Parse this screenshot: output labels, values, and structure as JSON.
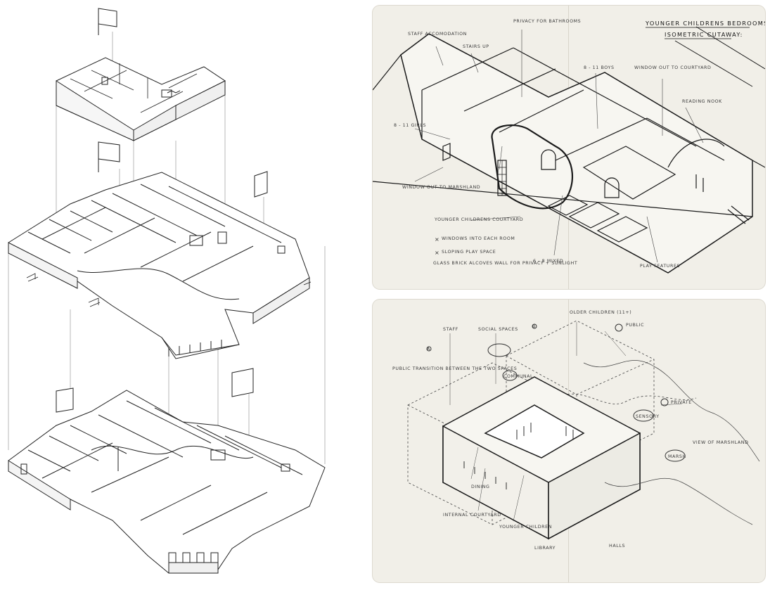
{
  "sketch_top": {
    "title_line1": "YOUNGER CHILDRENS BEDROOMS",
    "title_line2": "ISOMETRIC CUTAWAY:",
    "labels": {
      "staff": "STAFF ACCOMODATION",
      "stairs": "STAIRS UP",
      "privacy": "PRIVACY FOR BATHROOMS",
      "boys": "8 - 11 BOYS",
      "window_courtyard": "WINDOW OUT TO COURTYARD",
      "reading": "READING NOOK",
      "girls": "8 - 11 GIRLS",
      "window_marsh": "WINDOW OUT TO MARSHLAND",
      "courtyard": "YOUNGER CHILDRENS COURTYARD",
      "bullet1": "WINDOWS INTO EACH ROOM",
      "bullet2": "SLOPING PLAY SPACE",
      "glass": "GLASS BRICK ALCOVES WALL FOR PRIVACY + SUNLIGHT",
      "mixed": "6 - 8 MIXED",
      "play": "PLAY FEATURES"
    }
  },
  "sketch_bottom": {
    "labels": {
      "older": "OLDER CHILDREN (11+)",
      "public": "PUBLIC",
      "staff": "STAFF",
      "social": "SOCIAL SPACES",
      "private": "PRIVATE",
      "transition": "PUBLIC TRANSITION BETWEEN THE TWO SPACES",
      "communal": "COMMUNAL",
      "internal": "INTERNAL COURTYARD",
      "younger": "YOUNGER CHILDREN",
      "library": "LIBRARY",
      "dining": "DINING",
      "sensory": "SENSORY",
      "marsh": "MARSH",
      "view": "VIEW OF MARSHLAND",
      "halls": "HALLS"
    },
    "markers": [
      "A",
      "B"
    ]
  }
}
